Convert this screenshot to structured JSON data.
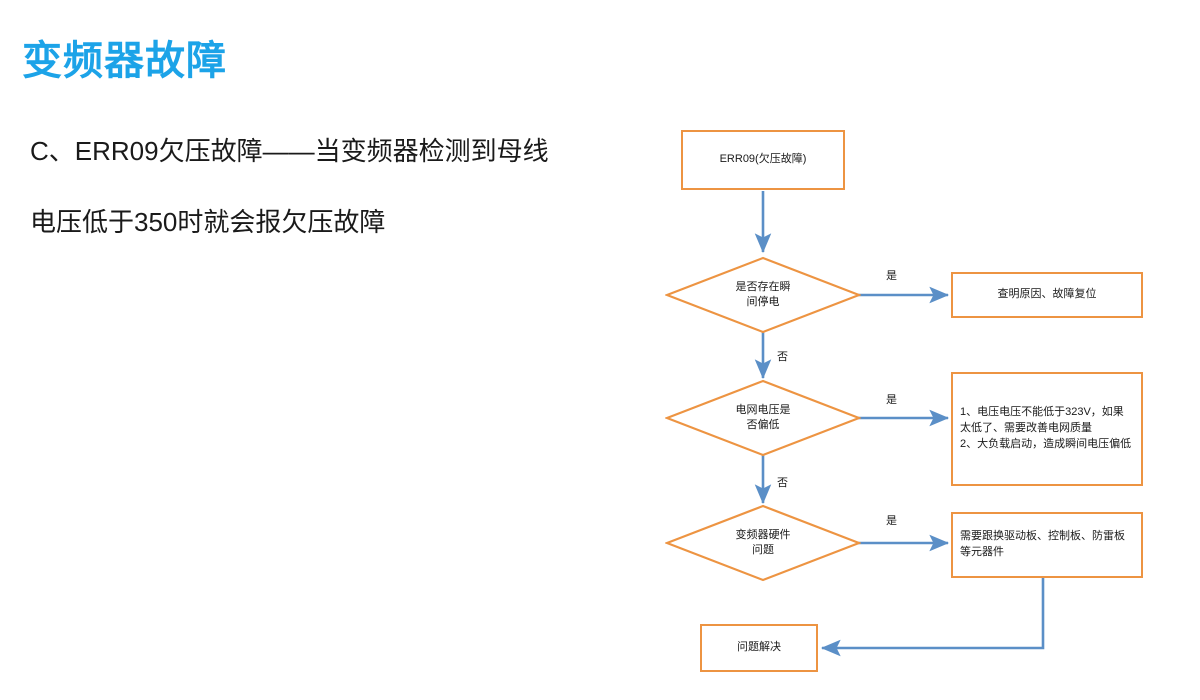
{
  "slide": {
    "title": "变频器故障",
    "title_color": "#1CA3E8",
    "body": [
      "C、ERR09欠压故障——当变频器检测到母线",
      "电压低于350时就会报欠压故障"
    ]
  },
  "palette": {
    "node_border": "#ED9442",
    "node_fill": "#FFFFFF",
    "connector": "#5B8FC7",
    "text": "#1A1A1A"
  },
  "flowchart": {
    "type": "flowchart",
    "nodes": [
      {
        "id": "start",
        "shape": "rectangle",
        "label": "ERR09(欠压故障)"
      },
      {
        "id": "d1",
        "shape": "diamond",
        "label": "是否存在瞬\n间停电"
      },
      {
        "id": "d2",
        "shape": "diamond",
        "label": "电网电压是\n否偏低"
      },
      {
        "id": "d3",
        "shape": "diamond",
        "label": "变频器硬件\n问题"
      },
      {
        "id": "a1",
        "shape": "rectangle",
        "label": "查明原因、故障复位"
      },
      {
        "id": "a2",
        "shape": "rectangle",
        "label": "1、电压电压不能低于323V，如果太低了、需要改善电网质量\n2、大负载启动，造成瞬间电压偏低"
      },
      {
        "id": "a3",
        "shape": "rectangle",
        "label": "需要跟换驱动板、控制板、防雷板等元器件"
      },
      {
        "id": "end",
        "shape": "rectangle",
        "label": "问题解决"
      }
    ],
    "edges": [
      {
        "from": "start",
        "to": "d1",
        "label": ""
      },
      {
        "from": "d1",
        "to": "a1",
        "label": "是"
      },
      {
        "from": "d1",
        "to": "d2",
        "label": "否"
      },
      {
        "from": "d2",
        "to": "a2",
        "label": "是"
      },
      {
        "from": "d2",
        "to": "d3",
        "label": "否"
      },
      {
        "from": "d3",
        "to": "a3",
        "label": "是"
      },
      {
        "from": "a3",
        "to": "end",
        "label": ""
      }
    ],
    "labels": {
      "yes_1": "是",
      "no_1": "否",
      "yes_2": "是",
      "no_2": "否",
      "yes_3": "是"
    }
  }
}
